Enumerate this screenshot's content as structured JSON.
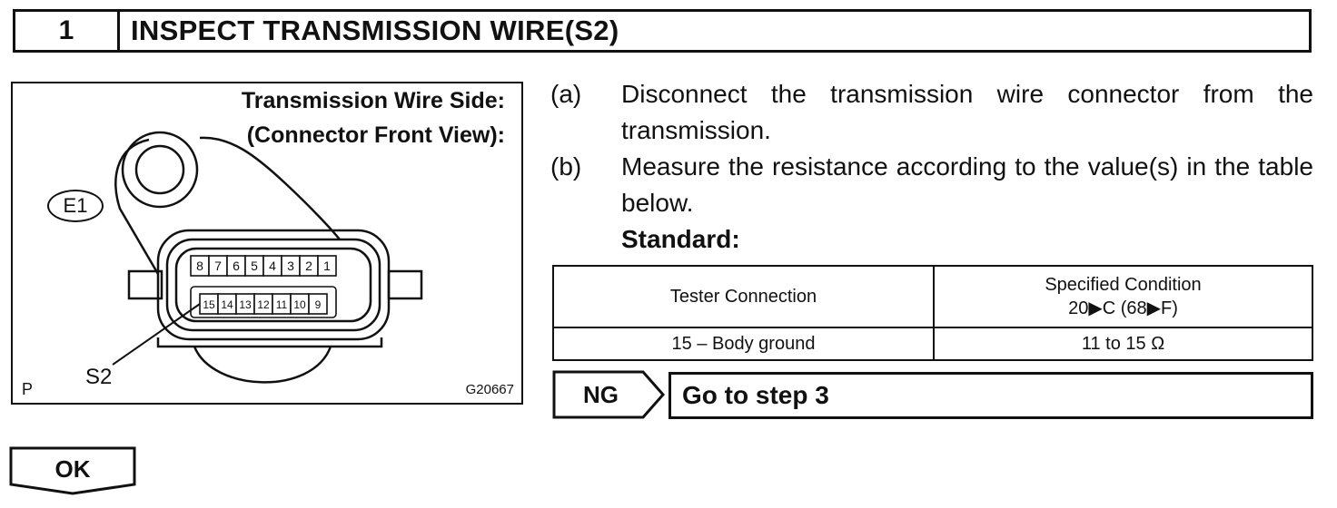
{
  "step": {
    "number": "1",
    "title": "INSPECT TRANSMISSION WIRE(S2)"
  },
  "figure": {
    "caption_line1": "Transmission Wire Side:",
    "caption_line2": "(Connector Front View):",
    "label_e1": "E1",
    "label_s2": "S2",
    "label_p": "P",
    "code": "G20667",
    "pins_top": [
      "8",
      "7",
      "6",
      "5",
      "4",
      "3",
      "2",
      "1"
    ],
    "pins_bottom": [
      "15",
      "14",
      "13",
      "12",
      "11",
      "10",
      "9"
    ]
  },
  "instructions": [
    {
      "letter": "(a)",
      "text": "Disconnect the transmission wire connector from the transmission."
    },
    {
      "letter": "(b)",
      "text": "Measure the resistance according to the value(s) in the table below."
    }
  ],
  "standard_label": "Standard:",
  "table": {
    "header_col1": "Tester Connection",
    "header_col2_line1": "Specified Condition",
    "header_col2_line2": "20▶C (68▶F)",
    "row_col1": "15 – Body ground",
    "row_col2": "11 to 15 Ω"
  },
  "ng": {
    "label": "NG",
    "action": "Go to step 3"
  },
  "ok": {
    "label": "OK"
  }
}
